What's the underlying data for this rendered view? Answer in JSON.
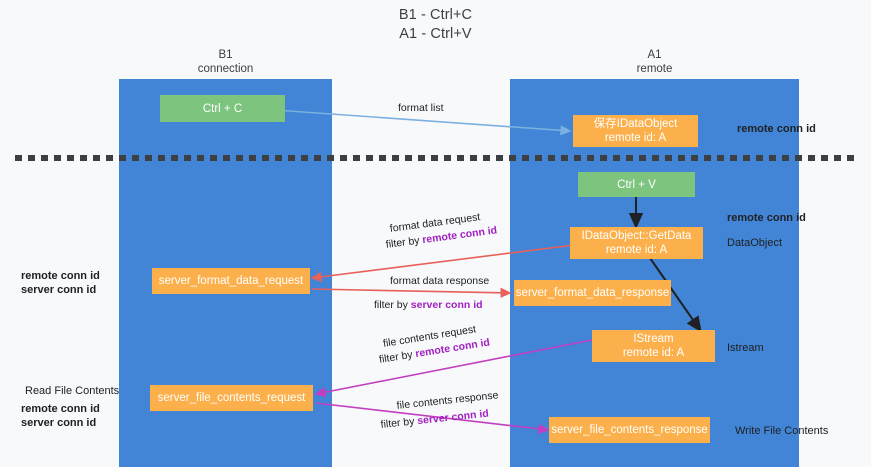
{
  "diagram": {
    "title_line1": "B1 - Ctrl+C",
    "title_line2": "A1 - Ctrl+V",
    "lanes": [
      {
        "id": "b1",
        "head_line1": "B1",
        "head_line2": "connection",
        "color": "#4285d6"
      },
      {
        "id": "a1",
        "head_line1": "A1",
        "head_line2": "remote",
        "color": "#4285d6"
      }
    ],
    "nodes": {
      "ctrl_c": {
        "line1": "Ctrl + C",
        "line2": "",
        "color": "#7dc47f"
      },
      "save_idataobject": {
        "line1": "保存IDataObject",
        "line2": "remote id: A",
        "color": "#fbb04c"
      },
      "ctrl_v": {
        "line1": "Ctrl + V",
        "line2": "",
        "color": "#7dc47f"
      },
      "getdata": {
        "line1": "IDataObject::GetData",
        "line2": "remote id: A",
        "color": "#fbb04c"
      },
      "server_format_data_request": {
        "line1": "server_format_data_request",
        "line2": "",
        "color": "#fbb04c"
      },
      "server_format_data_response": {
        "line1": "server_format_data_response",
        "line2": "",
        "color": "#fbb04c"
      },
      "istream": {
        "line1": "IStream",
        "line2": "remote id: A",
        "color": "#fbb04c"
      },
      "server_file_contents_request": {
        "line1": "server_file_contents_request",
        "line2": "",
        "color": "#fbb04c"
      },
      "server_file_contents_response": {
        "line1": "server_file_contents_response",
        "line2": "",
        "color": "#fbb04c"
      }
    },
    "edge_labels": {
      "format_list": "format list",
      "format_data_request": "format data request",
      "format_data_request_filter_prefix": "filter by ",
      "format_data_request_filter_key": "remote conn id",
      "format_data_response": "format data response",
      "format_data_response_filter_prefix": "filter by ",
      "format_data_response_filter_key": "server conn id",
      "file_contents_request": "file contents request",
      "file_contents_request_filter_prefix": "filter by ",
      "file_contents_request_filter_key": "remote conn id",
      "file_contents_response": "file contents response",
      "file_contents_response_filter_prefix": "filter by ",
      "file_contents_response_filter_key": "server conn id"
    },
    "annotations": {
      "right_top_remote_conn_id": "remote conn id",
      "right_mid_remote_conn_id": "remote conn id",
      "right_dataobject": "DataObject",
      "right_istream": "Istream",
      "right_write_file_contents": "Write File Contents",
      "left_remote_conn_id": "remote conn id",
      "left_server_conn_id": "server conn id",
      "left_read_file_contents": "Read File Contents",
      "left_bottom_remote_conn_id": "remote conn id",
      "left_bottom_server_conn_id": "server conn id"
    },
    "colors": {
      "lane": "#4285d6",
      "green_node": "#7dc47f",
      "orange_node": "#fbb04c",
      "purple_text": "#a020c0",
      "green_text": "#5aa85c",
      "arrow_blue": "#7bb0e0",
      "arrow_red": "#e8605a",
      "arrow_magenta": "#c23ec2",
      "arrow_black": "#202124",
      "background": "#f8f9fa"
    }
  }
}
